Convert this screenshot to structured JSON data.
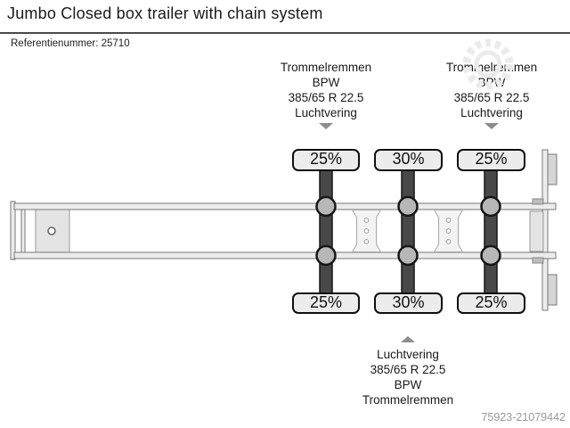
{
  "header": {
    "title": "Jumbo Closed box trailer with chain system",
    "reference": "Referentienummer: 25710"
  },
  "axle_specs": {
    "front_group": {
      "lines": [
        "Trommelremmen",
        "BPW",
        "385/65 R 22.5",
        "Luchtvering"
      ]
    },
    "rear_group": {
      "lines": [
        "Trommelremmen",
        "BPW",
        "385/65 R 22.5",
        "Luchtvering"
      ]
    },
    "bottom_group": {
      "lines": [
        "Luchtvering",
        "385/65 R 22.5",
        "BPW",
        "Trommelremmen"
      ]
    }
  },
  "axle_loads": {
    "top_row": [
      "25%",
      "30%",
      "25%"
    ],
    "bottom_row": [
      "25%",
      "30%",
      "25%"
    ]
  },
  "footer": {
    "listing_id": "75923-21079442"
  },
  "icons": {
    "front_pointer": "triangle-down-icon",
    "rear_pointer": "triangle-down-icon",
    "bottom_pointer": "triangle-up-icon",
    "watermark": "gear-icon"
  },
  "colors": {
    "text": "#1a1a1a",
    "muted_text": "#9a9a9a",
    "rail_fill": "#ececec",
    "rail_stroke": "#777777",
    "axle_bar": "#484848",
    "hub_fill": "#b7b7b7",
    "box_fill": "#ececec",
    "box_border": "#0f0f0f",
    "arrow": "#8d8d8d",
    "watermark": "#ebebeb"
  }
}
